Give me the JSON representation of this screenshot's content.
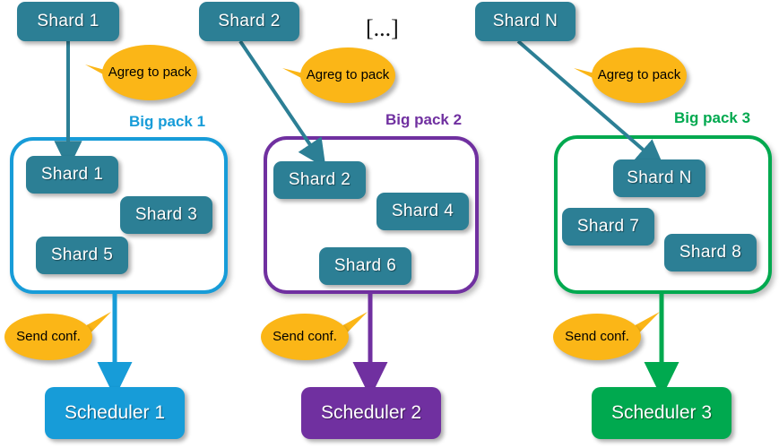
{
  "diagram": {
    "title_text_ellipsis": "[...]",
    "colors": {
      "shard_fill": "#2C7F95",
      "bubble_fill": "#FBB617",
      "pack1": "#179CD8",
      "pack2": "#7030A0",
      "pack3": "#00A94F",
      "arrow_teal": "#2C7F95",
      "background": "#FFFFFF"
    },
    "source_shards": [
      {
        "label": "Shard 1"
      },
      {
        "label": "Shard 2"
      },
      {
        "label": "Shard N"
      }
    ],
    "aggregate_callouts": [
      {
        "label": "Agreg to pack"
      },
      {
        "label": "Agreg to pack"
      },
      {
        "label": "Agreg to pack"
      }
    ],
    "packs": [
      {
        "label": "Big pack 1",
        "color": "#179CD8",
        "shards": [
          {
            "label": "Shard 1"
          },
          {
            "label": "Shard 3"
          },
          {
            "label": "Shard 5"
          }
        ]
      },
      {
        "label": "Big pack 2",
        "color": "#7030A0",
        "shards": [
          {
            "label": "Shard 2"
          },
          {
            "label": "Shard 4"
          },
          {
            "label": "Shard 6"
          }
        ]
      },
      {
        "label": "Big pack 3",
        "color": "#00A94F",
        "shards": [
          {
            "label": "Shard N"
          },
          {
            "label": "Shard 7"
          },
          {
            "label": "Shard 8"
          }
        ]
      }
    ],
    "send_callouts": [
      {
        "label": "Send conf."
      },
      {
        "label": "Send conf."
      },
      {
        "label": "Send conf."
      }
    ],
    "schedulers": [
      {
        "label": "Scheduler 1",
        "color": "#179CD8"
      },
      {
        "label": "Scheduler 2",
        "color": "#7030A0"
      },
      {
        "label": "Scheduler 3",
        "color": "#00A94F"
      }
    ]
  }
}
